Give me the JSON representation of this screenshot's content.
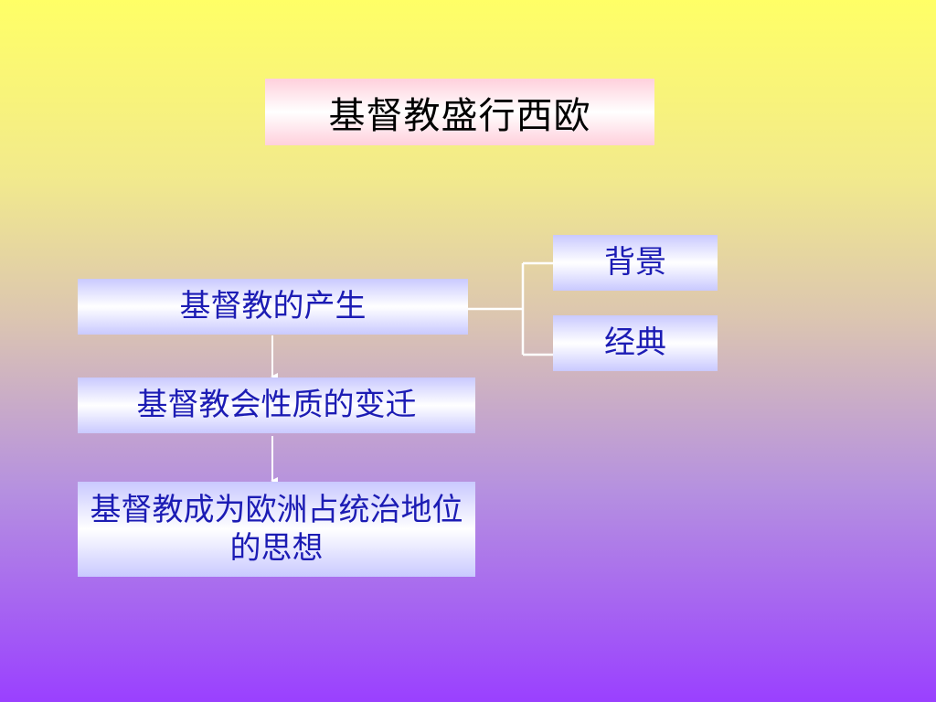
{
  "diagram": {
    "title": "基督教盛行西欧",
    "nodes": {
      "origin": "基督教的产生",
      "change": "基督教会性质的变迁",
      "dominance": "基督教成为欧洲占统治地位的思想",
      "background": "背景",
      "classics": "经典"
    },
    "colors": {
      "title_text": "#000000",
      "node_text": "#1c1cb4",
      "connector": "#ffffff"
    }
  }
}
